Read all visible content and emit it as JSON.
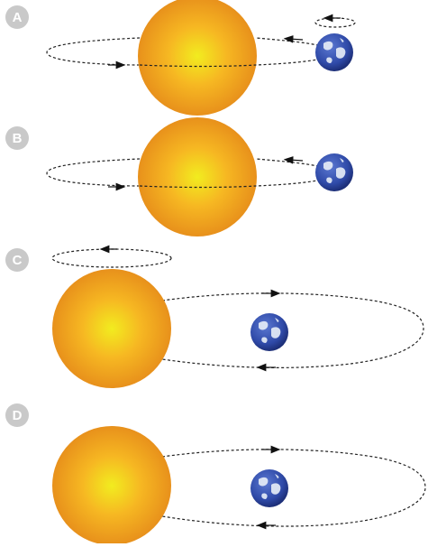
{
  "colors": {
    "background": "#ffffff",
    "label_badge": "#c9c9c9",
    "label_text": "#ffffff",
    "sun_center": "#f2ec1f",
    "sun_mid": "#f6b722",
    "sun_edge": "#e5891a",
    "earth_ocean": "#2f4aa8",
    "earth_land": "#e8eef7",
    "orbit_line": "#222222"
  },
  "panels": [
    {
      "label": "A",
      "description_icon": "sun-with-earth-and-small-orbit",
      "spin_arrow": "left"
    },
    {
      "label": "B",
      "description_icon": "sun-with-earth",
      "spin_arrow": "none"
    },
    {
      "label": "C",
      "description_icon": "earth-orbiting-beside-sun-small-orbit-above",
      "spin_arrow": "left"
    },
    {
      "label": "D",
      "description_icon": "earth-orbiting-beside-sun",
      "spin_arrow": "none"
    }
  ]
}
